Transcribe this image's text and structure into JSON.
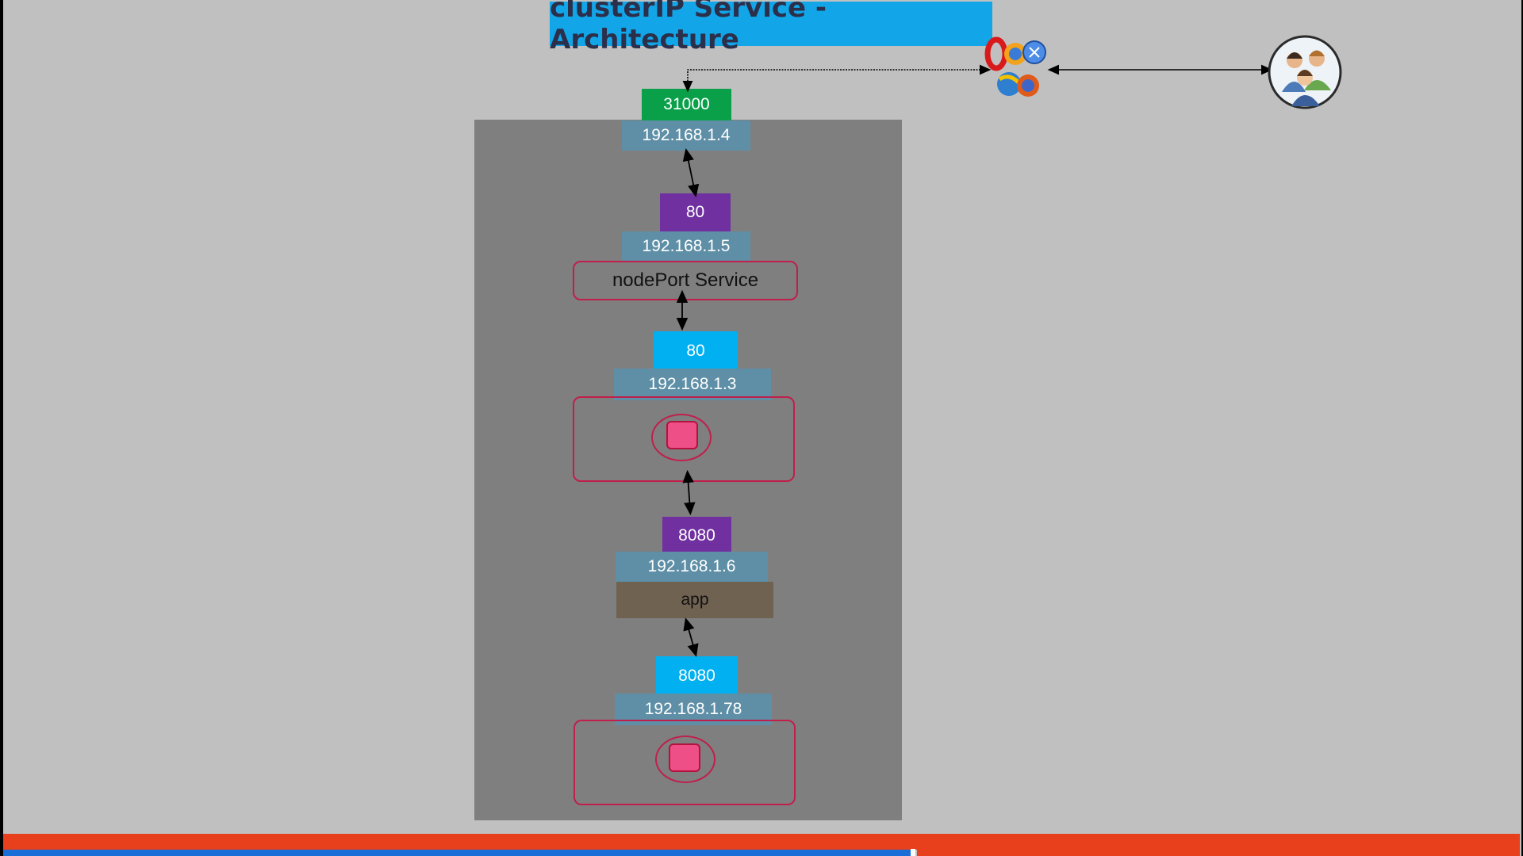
{
  "title": "clusterIP Service - Architecture",
  "node_port": {
    "port": "31000",
    "ip": "192.168.1.4"
  },
  "nodeport_service": {
    "port": "80",
    "ip": "192.168.1.5",
    "label": "nodePort Service"
  },
  "pod1": {
    "port": "80",
    "ip": "192.168.1.3"
  },
  "clusterip_service": {
    "port": "8080",
    "ip": "192.168.1.6",
    "label": "app"
  },
  "pod2": {
    "port": "8080",
    "ip": "192.168.1.78"
  },
  "icons": {
    "browsers": "browsers-icon",
    "users": "users-icon"
  },
  "colors": {
    "title_bg": "#12a6e8",
    "node_bg": "#7f7f7f",
    "ip_bg": "#5e8fa6",
    "green_port": "#0aa04a",
    "purple_port": "#7030a0",
    "blue_port": "#00b0f0",
    "service_border": "#c01f4c",
    "pod_core": "#ee4f86"
  }
}
